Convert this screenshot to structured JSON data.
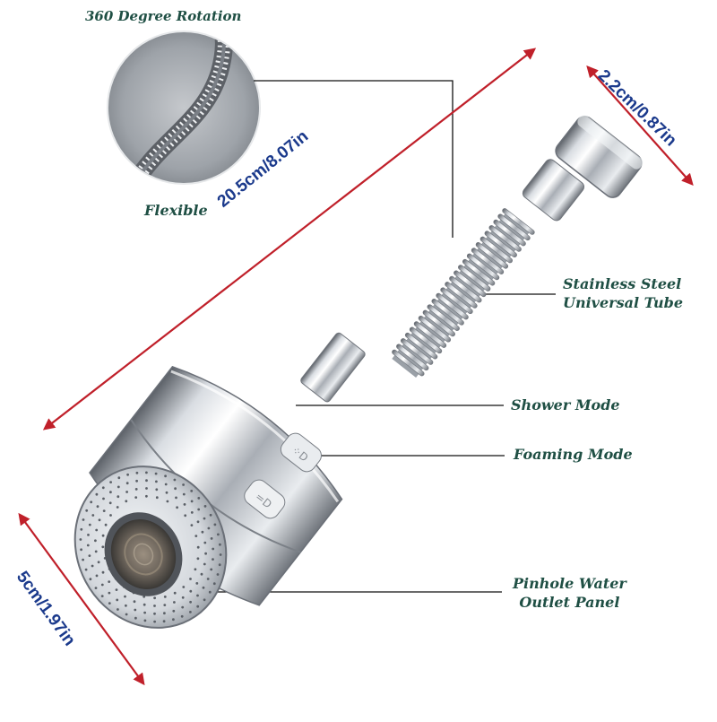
{
  "labels": {
    "rotation": "360 Degree Rotation",
    "flexible": "Flexible",
    "tube_line1": "Stainless Steel",
    "tube_line2": "Universal Tube",
    "shower": "Shower Mode",
    "foaming": "Foaming Mode",
    "pinhole_line1": "Pinhole Water",
    "pinhole_line2": "Outlet Panel"
  },
  "dimensions": {
    "length": "20.5cm/8.07in",
    "inlet": "2.2cm/0.87in",
    "width": "5cm/1.97in"
  },
  "colors": {
    "label_text": "#1f4f44",
    "dimension_text": "#1b3a8c",
    "arrow": "#c0202a",
    "leader_line": "#111111",
    "chrome_light": "#f2f4f6",
    "chrome_dark": "#6b7078"
  },
  "icons": {
    "shower_button": "shower-mode-button-icon",
    "foam_button": "foam-mode-button-icon"
  }
}
